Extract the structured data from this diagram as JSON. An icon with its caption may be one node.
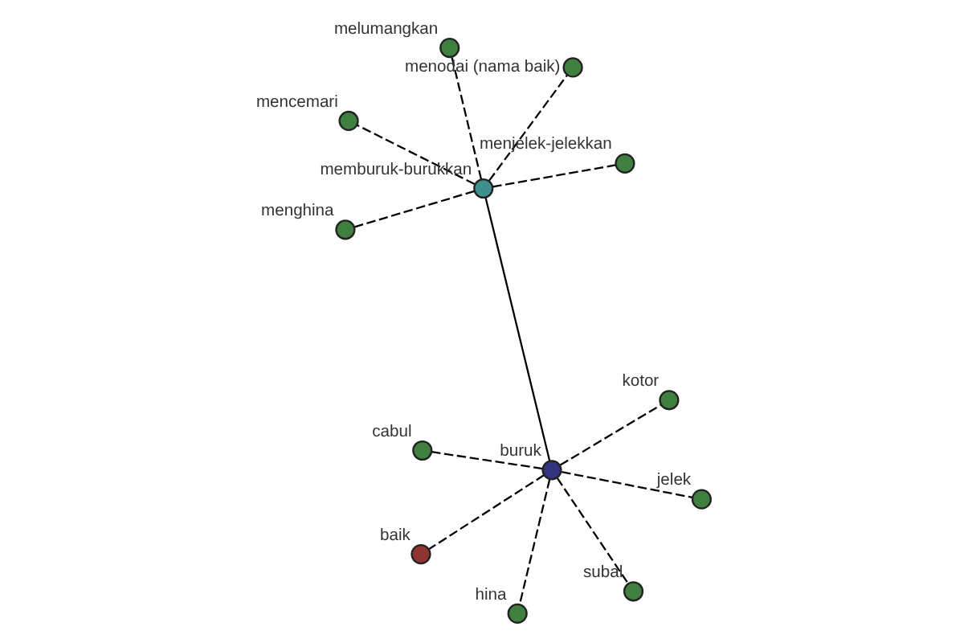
{
  "diagram": {
    "nodes": [
      {
        "text": [
          "memburuk-burukkan"
        ]
      },
      {
        "text": [
          "menjelek-jelekkan"
        ]
      },
      {
        "text": [
          "menghina"
        ]
      },
      {
        "text": [
          "mencemari"
        ]
      },
      {
        "text": [
          "menodai (nama baik)"
        ]
      },
      {
        "text": [
          "melumangkan"
        ]
      },
      {
        "text": [
          "buruk"
        ]
      },
      {
        "text": [
          "jelek"
        ]
      },
      {
        "text": [
          "cabul"
        ]
      },
      {
        "text": [
          "hina"
        ]
      },
      {
        "text": [
          "subal"
        ]
      },
      {
        "text": [
          "baik"
        ]
      },
      {
        "text": [
          "kotor"
        ]
      }
    ],
    "edges": [
      {
        "from": 0,
        "to": 1,
        "arrow": "none",
        "style": "dashed"
      },
      {
        "from": 0,
        "to": 2,
        "arrow": "none",
        "style": "dashed"
      },
      {
        "from": 0,
        "to": 3,
        "arrow": "none",
        "style": "dashed"
      },
      {
        "from": 0,
        "to": 4,
        "arrow": "none",
        "style": "dashed"
      },
      {
        "from": 0,
        "to": 5,
        "arrow": "none",
        "style": "dashed"
      },
      {
        "from": 0,
        "to": 6,
        "arrow": "none"
      },
      {
        "from": 6,
        "to": 7,
        "arrow": "none",
        "style": "dashed"
      },
      {
        "from": 6,
        "to": 8,
        "arrow": "none",
        "style": "dashed"
      },
      {
        "from": 6,
        "to": 9,
        "arrow": "none",
        "style": "dashed"
      },
      {
        "from": 6,
        "to": 10,
        "arrow": "none",
        "style": "dashed"
      },
      {
        "from": 6,
        "to": 11,
        "arrow": "none",
        "style": "dashed"
      },
      {
        "from": 6,
        "to": 12,
        "arrow": "none",
        "style": "dashed"
      }
    ]
  }
}
